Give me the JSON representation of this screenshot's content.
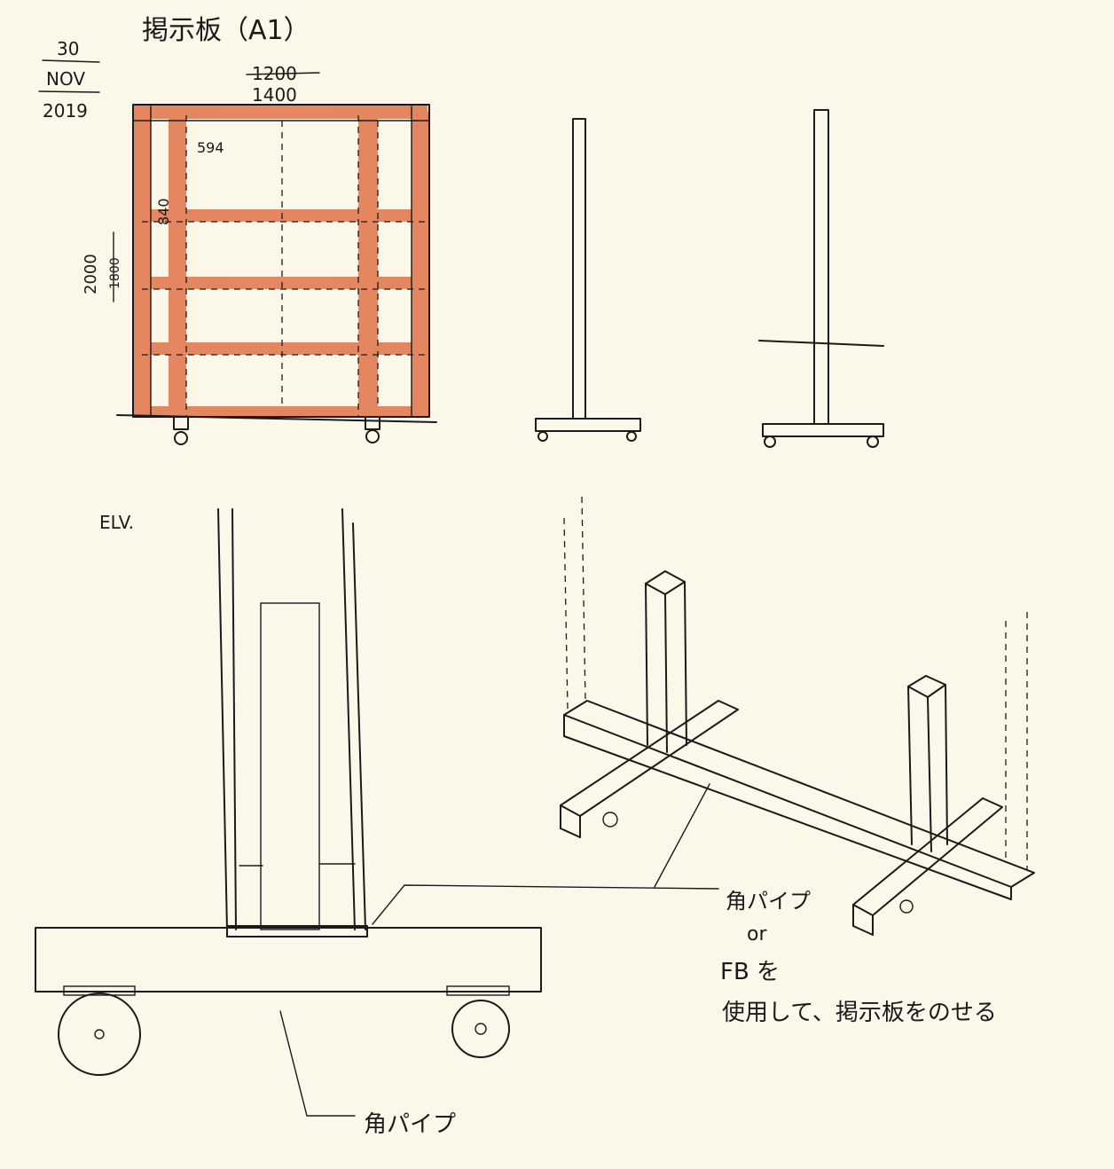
{
  "title": "掲示板（A1）",
  "date": {
    "day": "30",
    "month": "NOV",
    "year": "2019"
  },
  "dimensions": {
    "width_old": "1200",
    "width_new": "1400",
    "sheet_width": "594",
    "row_height": "840",
    "height": "2000",
    "height_struck": "1800"
  },
  "elevation_label": "ELV.",
  "annotations": {
    "square_pipe_1": "角パイプ",
    "or": "or",
    "fb_line": "FB を",
    "place_board": "使用して、掲示板をのせる",
    "square_pipe_2": "角パイプ"
  },
  "colors": {
    "frame": "#e0744a",
    "ink": "#1a1a1a",
    "paper": "#fbf8e9"
  }
}
